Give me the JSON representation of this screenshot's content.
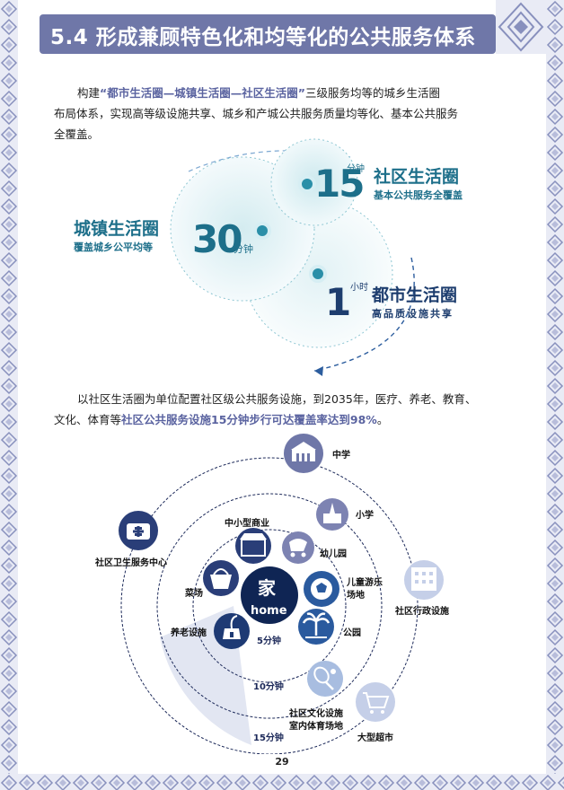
{
  "title": "5.4 形成兼顾特色化和均等化的公共服务体系",
  "intro": {
    "prefix": "构建",
    "highlight": "“都市生活圈—城镇生活圈—社区生活圈”",
    "suffix1": "三级服务均等的城乡生活圈",
    "line2": "布局体系，实现高等级设施共享、城乡和产城公共服务质量均等化、基本公共服务",
    "line3": "全覆盖。"
  },
  "circles": {
    "community": {
      "number": "15",
      "unit": "分钟",
      "name": "社区生活圈",
      "desc": "基本公共服务全覆盖"
    },
    "town": {
      "number": "30",
      "unit": "分钟",
      "name": "城镇生活圈",
      "desc": "覆盖城乡公平均等"
    },
    "metro": {
      "number": "1",
      "unit": "小时",
      "name": "都市生活圈",
      "desc": "高品质设施共享"
    }
  },
  "body": {
    "line1": "以社区生活圈为单位配置社区级公共服务设施，到2035年，医疗、养老、教育、",
    "line2_prefix": "文化、体育等",
    "line2_highlight": "社区公共服务设施15分钟步行可达覆盖率达到98%",
    "line2_suffix": "。"
  },
  "facility_diagram": {
    "center": {
      "label_cn": "家",
      "label_en": "home"
    },
    "rings": [
      "5分钟",
      "10分钟",
      "15分钟"
    ],
    "facilities": [
      {
        "label": "中学",
        "icon": "school-building-icon"
      },
      {
        "label": "小学",
        "icon": "church-school-icon"
      },
      {
        "label": "中小型商业",
        "icon": "storefront-icon"
      },
      {
        "label": "幼儿园",
        "icon": "stroller-icon"
      },
      {
        "label": "社区卫生服务中心",
        "icon": "medical-kit-icon"
      },
      {
        "label": "菜场",
        "icon": "basket-icon"
      },
      {
        "label": "儿童游乐场地",
        "icon": "ball-icon"
      },
      {
        "label": "社区行政设施",
        "icon": "office-building-icon"
      },
      {
        "label": "养老设施",
        "icon": "elderly-care-icon"
      },
      {
        "label": "公园",
        "icon": "palm-tree-icon"
      },
      {
        "label": "社区文化设施室内体育场地",
        "icon": "tennis-racket-icon"
      },
      {
        "label": "大型超市",
        "icon": "shopping-cart-icon"
      }
    ]
  },
  "page_number": "29",
  "colors": {
    "accent": "#6f77a8",
    "teal": "#2a8fa8",
    "navy": "#1d3d6e",
    "highlight": "#5a63a0"
  }
}
